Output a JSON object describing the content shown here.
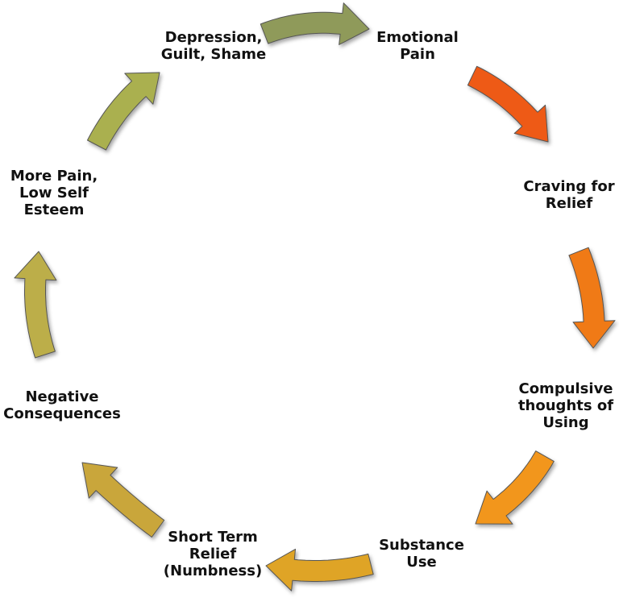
{
  "cycle": {
    "stages": [
      {
        "lines": [
          "Emotional",
          "Pain"
        ]
      },
      {
        "lines": [
          "Craving for",
          "Relief"
        ]
      },
      {
        "lines": [
          "Compulsive",
          "thoughts of",
          "Using"
        ]
      },
      {
        "lines": [
          "Substance",
          "Use"
        ]
      },
      {
        "lines": [
          "Short Term",
          "Relief",
          "(Numbness)"
        ]
      },
      {
        "lines": [
          "Negative",
          "Consequences"
        ]
      },
      {
        "lines": [
          "More Pain,",
          "Low Self",
          "Esteem"
        ]
      },
      {
        "lines": [
          "Depression,",
          "Guilt, Shame"
        ]
      }
    ],
    "arrows": [
      {
        "from": "Depression, Guilt, Shame",
        "to": "Emotional Pain",
        "color": "#8f9a5a"
      },
      {
        "from": "Emotional Pain",
        "to": "Craving for Relief",
        "color": "#ee5a14"
      },
      {
        "from": "Craving for Relief",
        "to": "Compulsive thoughts of Using",
        "color": "#f07a17"
      },
      {
        "from": "Compulsive thoughts of Using",
        "to": "Substance Use",
        "color": "#f2961c"
      },
      {
        "from": "Substance Use",
        "to": "Short Term Relief (Numbness)",
        "color": "#dfa427"
      },
      {
        "from": "Short Term Relief (Numbness)",
        "to": "Negative Consequences",
        "color": "#c9a63a"
      },
      {
        "from": "Negative Consequences",
        "to": "More Pain, Low Self Esteem",
        "color": "#bcae48"
      },
      {
        "from": "More Pain, Low Self Esteem",
        "to": "Depression, Guilt, Shame",
        "color": "#aab04f"
      }
    ]
  }
}
